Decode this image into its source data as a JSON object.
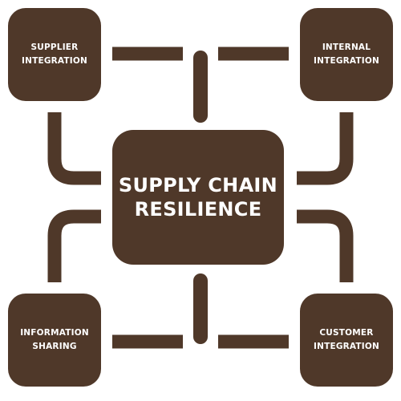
{
  "diagram": {
    "colors": {
      "fill": "#4f3829",
      "text": "#ffffff",
      "background": "#ffffff"
    },
    "center": {
      "line1": "SUPPLY CHAIN",
      "line2": "RESILIENCE"
    },
    "nodes": {
      "top_left": {
        "line1": "SUPPLIER",
        "line2": "INTEGRATION"
      },
      "top_right": {
        "line1": "INTERNAL",
        "line2": "INTEGRATION"
      },
      "bottom_left": {
        "line1": "INFORMATION",
        "line2": "SHARING"
      },
      "bottom_right": {
        "line1": "CUSTOMER",
        "line2": "INTEGRATION"
      }
    }
  }
}
